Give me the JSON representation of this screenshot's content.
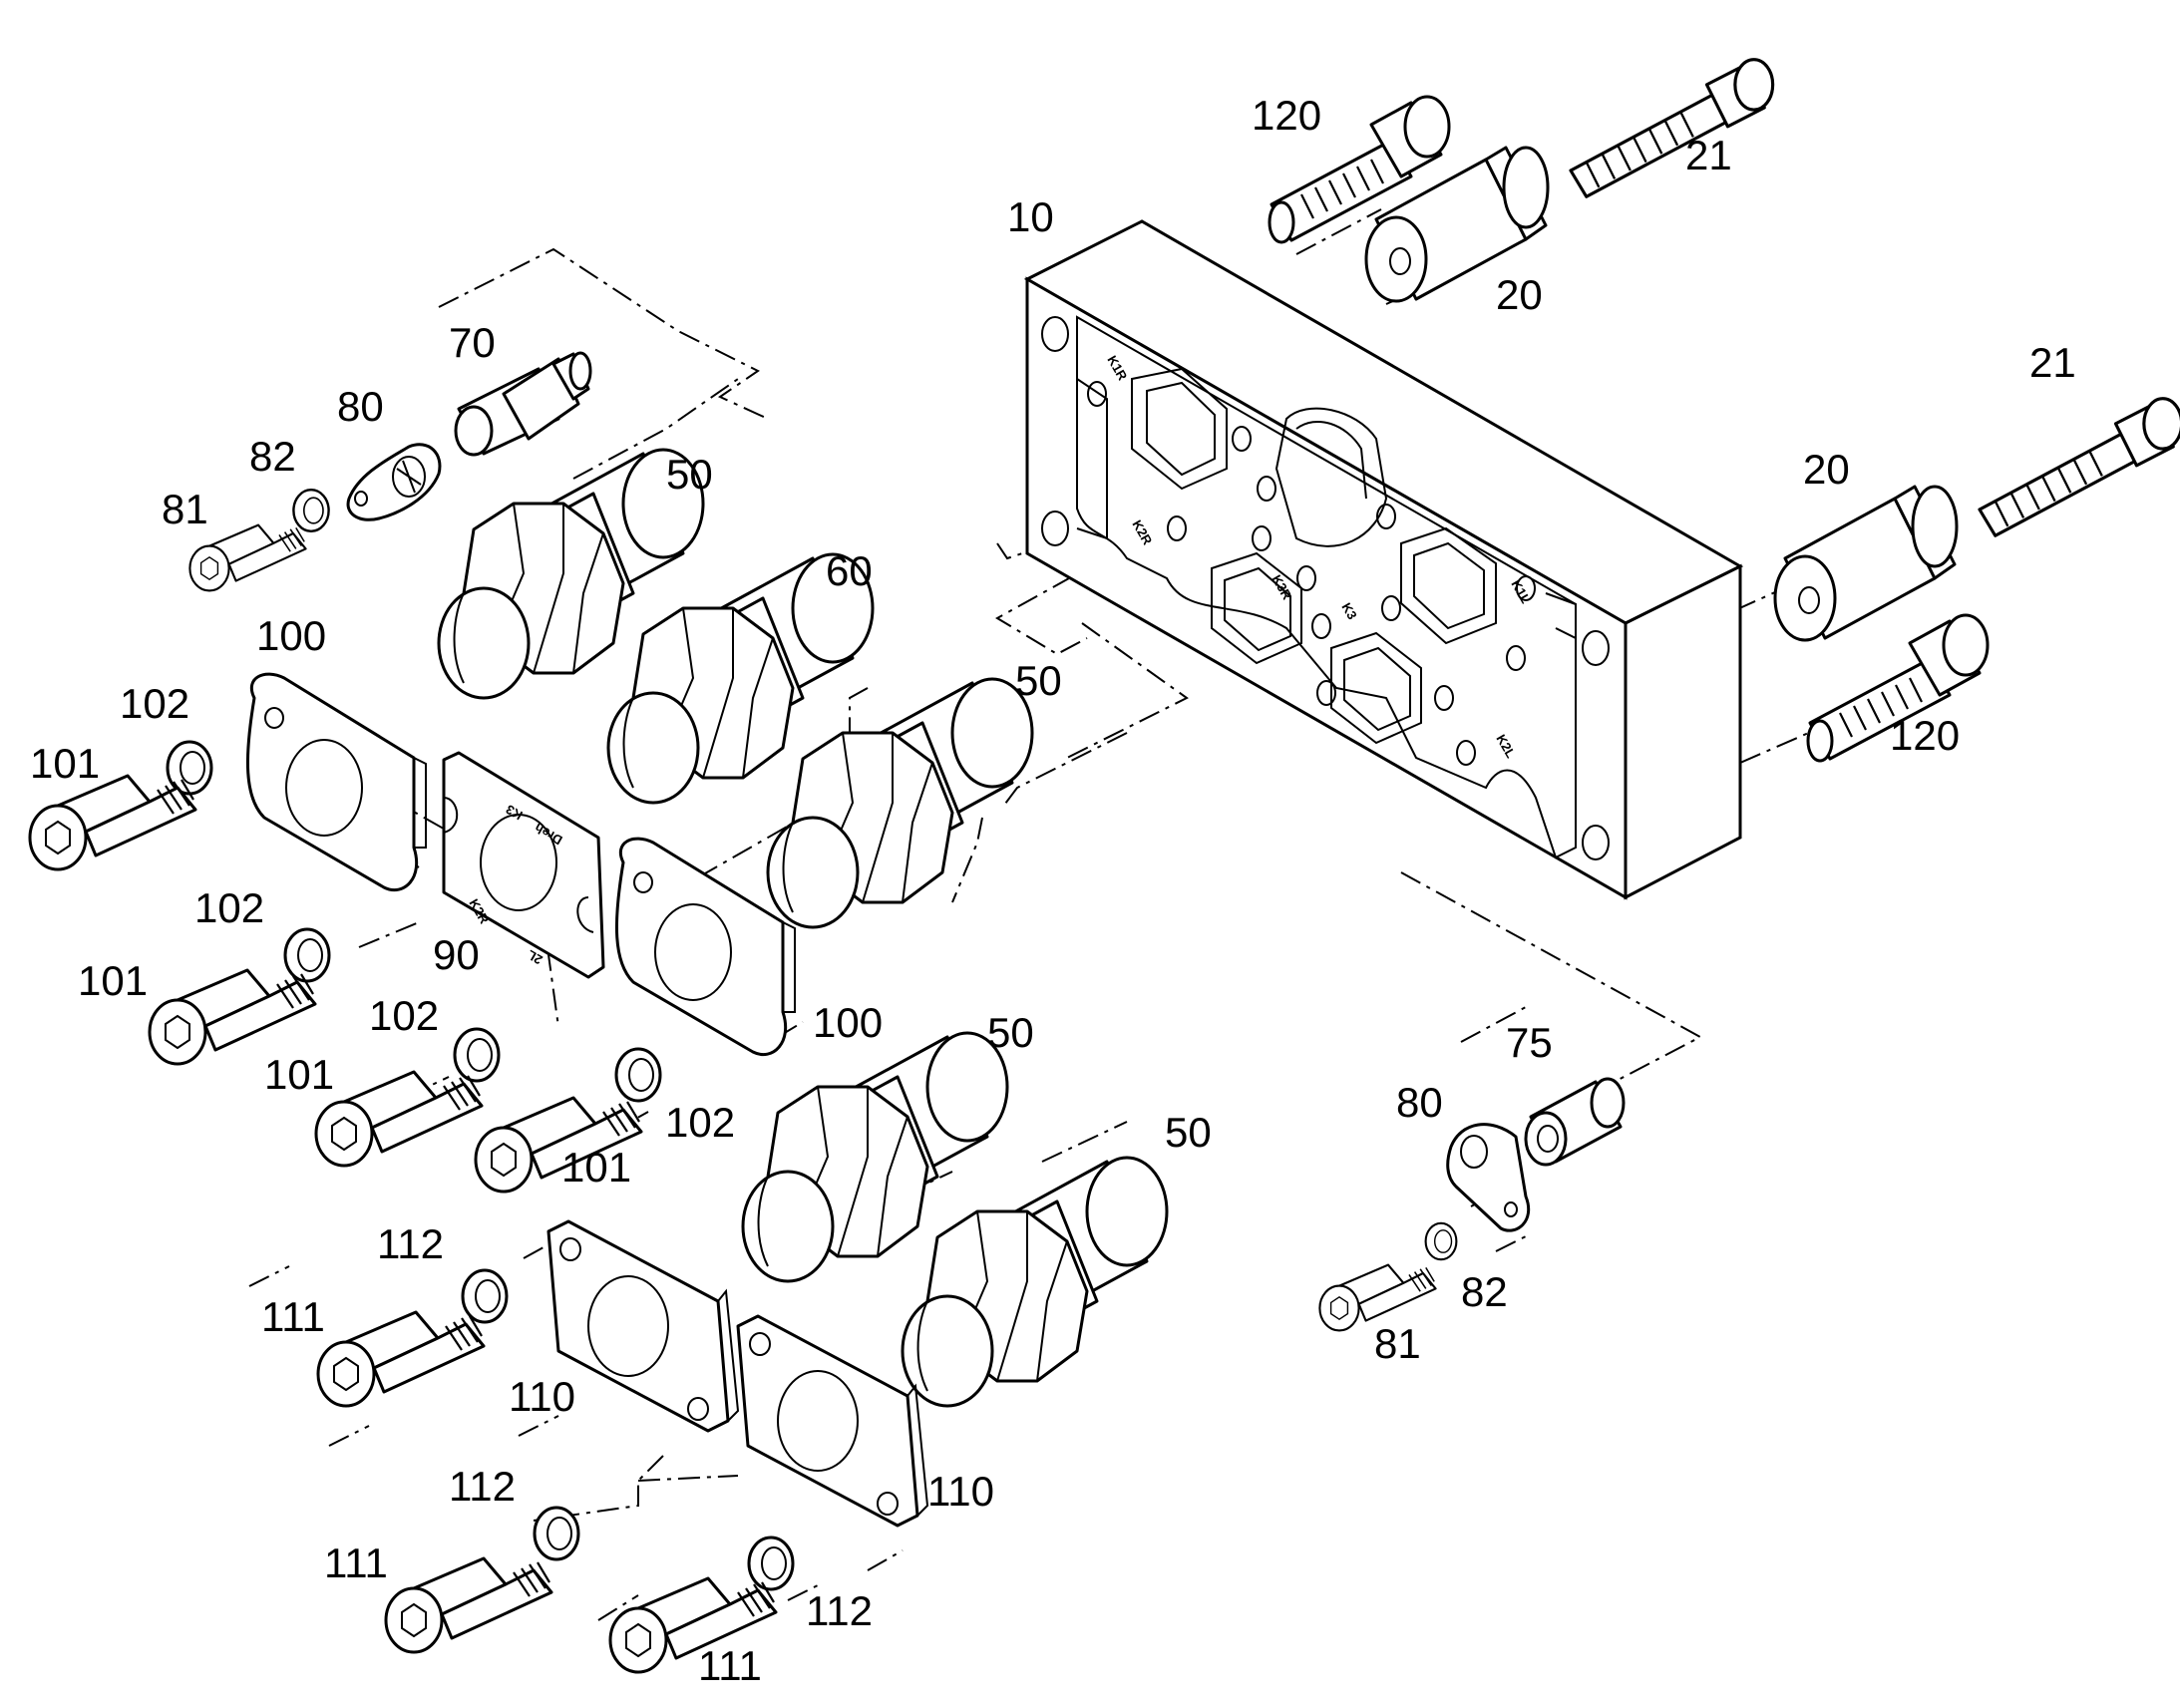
{
  "labels": {
    "p120a": "120",
    "p21a": "21",
    "p10": "10",
    "p20a": "20",
    "p70": "70",
    "p80a": "80",
    "p82a": "82",
    "p81a": "81",
    "p50a": "50",
    "p60": "60",
    "p50b": "50",
    "p100a": "100",
    "p102a": "102",
    "p101a": "101",
    "p102b": "102",
    "p101b": "101",
    "p90": "90",
    "p102c": "102",
    "p100b": "100",
    "p101c": "101",
    "p101d": "101",
    "p102d": "102",
    "p50c": "50",
    "p50d": "50",
    "p21b": "21",
    "p20b": "20",
    "p120b": "120",
    "p75": "75",
    "p80b": "80",
    "p82b": "82",
    "p81b": "81",
    "p112a": "112",
    "p111a": "111",
    "p110a": "110",
    "p112b": "112",
    "p110b": "110",
    "p111b": "111",
    "p112c": "112",
    "p111c": "111"
  },
  "body_marks": {
    "k1r": "K1R",
    "k2r": "K2R",
    "k3r": "K3R",
    "k3": "K3",
    "k1l": "K1L",
    "k2l": "K2L"
  },
  "plate_marks": {
    "k3": "K3",
    "dreh": "Dreh",
    "k2r": "K2R",
    "l": "2L"
  }
}
